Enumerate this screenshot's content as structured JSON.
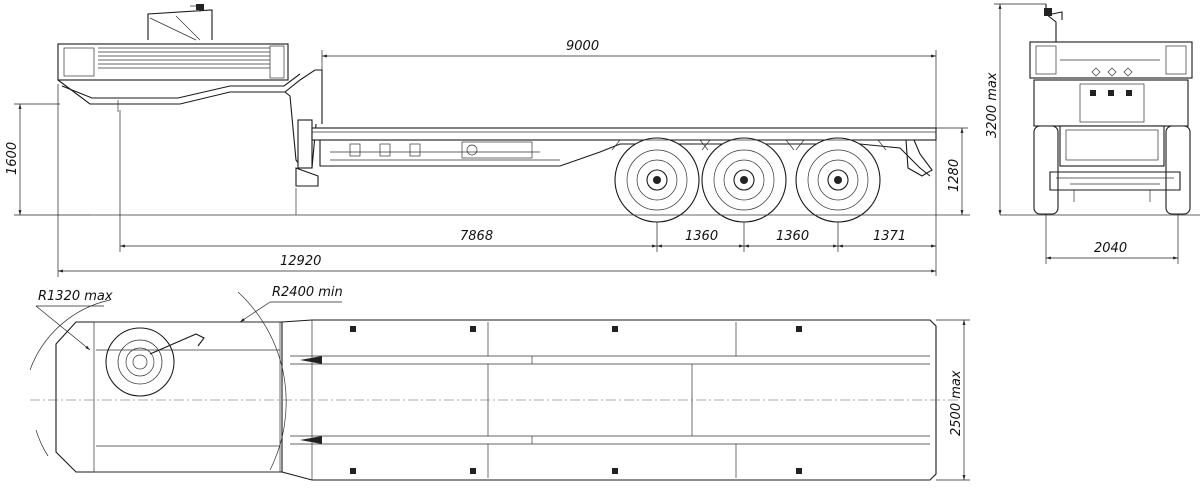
{
  "dimensions": {
    "deck_length": "9000",
    "gooseneck_height": "1600",
    "deck_height": "1280",
    "max_height": "3200 max",
    "wheelbase_kingpin": "7868",
    "axle_spacing_1": "1360",
    "axle_spacing_2": "1360",
    "rear_overhang": "1371",
    "overall_length": "12920",
    "track_width": "2040",
    "front_radius": "R1320 max",
    "turning_radius": "R2400 min",
    "overall_width": "2500 max"
  },
  "colors": {
    "line": "#1a1a1a",
    "background": "#ffffff"
  }
}
